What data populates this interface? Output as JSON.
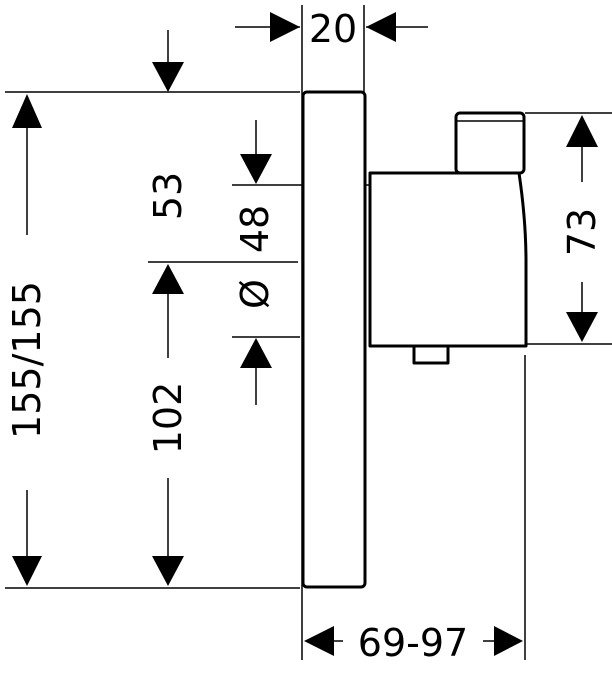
{
  "dimensions": {
    "depth": "20",
    "total_height": "155/155",
    "upper_offset": "53",
    "diameter_symbol": "Ø",
    "diameter_value": "48",
    "lower_offset": "102",
    "handle_height": "73",
    "projection": "69-97"
  },
  "colors": {
    "line": "#000000",
    "background": "#ffffff"
  }
}
